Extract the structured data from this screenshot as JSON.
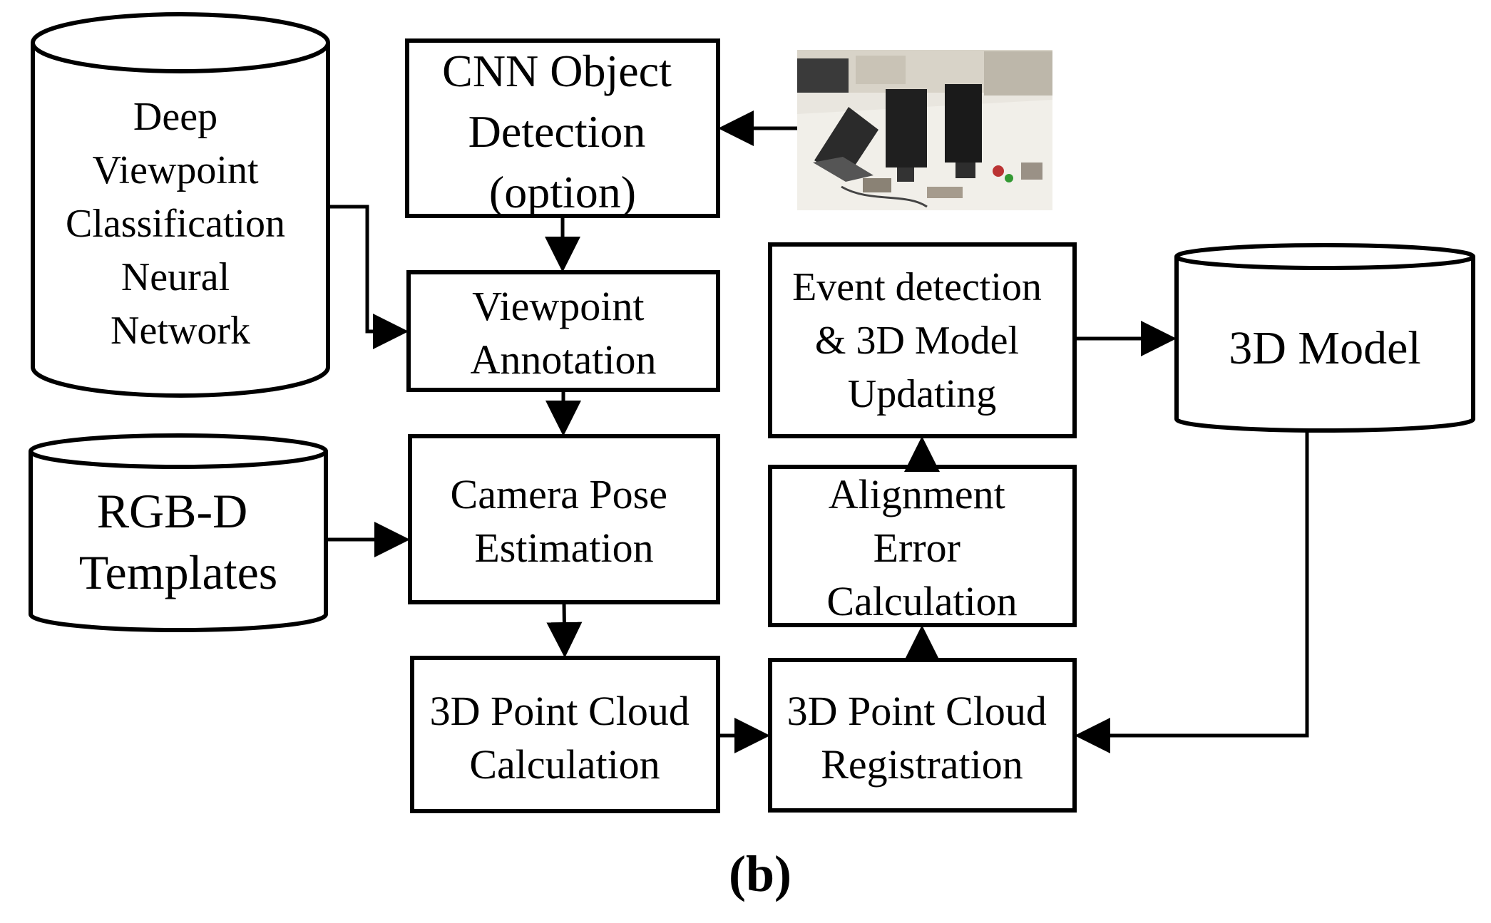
{
  "nodes": {
    "deep_viewpoint_db": {
      "lines": [
        "Deep",
        "Viewpoint",
        "Classification",
        "Neural",
        "Network"
      ]
    },
    "rgbd_templates_db": {
      "lines": [
        "RGB-D",
        "Templates"
      ]
    },
    "cnn_detection": {
      "lines": [
        "CNN Object",
        "Detection",
        "(option)"
      ]
    },
    "viewpoint_annotation": {
      "lines": [
        "Viewpoint",
        "Annotation"
      ]
    },
    "camera_pose": {
      "lines": [
        "Camera Pose",
        "Estimation"
      ]
    },
    "point_cloud_calc": {
      "lines": [
        "3D Point Cloud",
        "Calculation"
      ]
    },
    "event_detection": {
      "lines": [
        "Event detection",
        "& 3D Model",
        "Updating"
      ]
    },
    "alignment_error": {
      "lines": [
        "Alignment",
        "Error",
        "Calculation"
      ]
    },
    "point_cloud_reg": {
      "lines": [
        "3D Point Cloud",
        "Registration"
      ]
    },
    "model_db": {
      "lines": [
        "3D Model"
      ]
    }
  },
  "scene_photo": {
    "alt": "office scene photo"
  },
  "caption": "(b)"
}
